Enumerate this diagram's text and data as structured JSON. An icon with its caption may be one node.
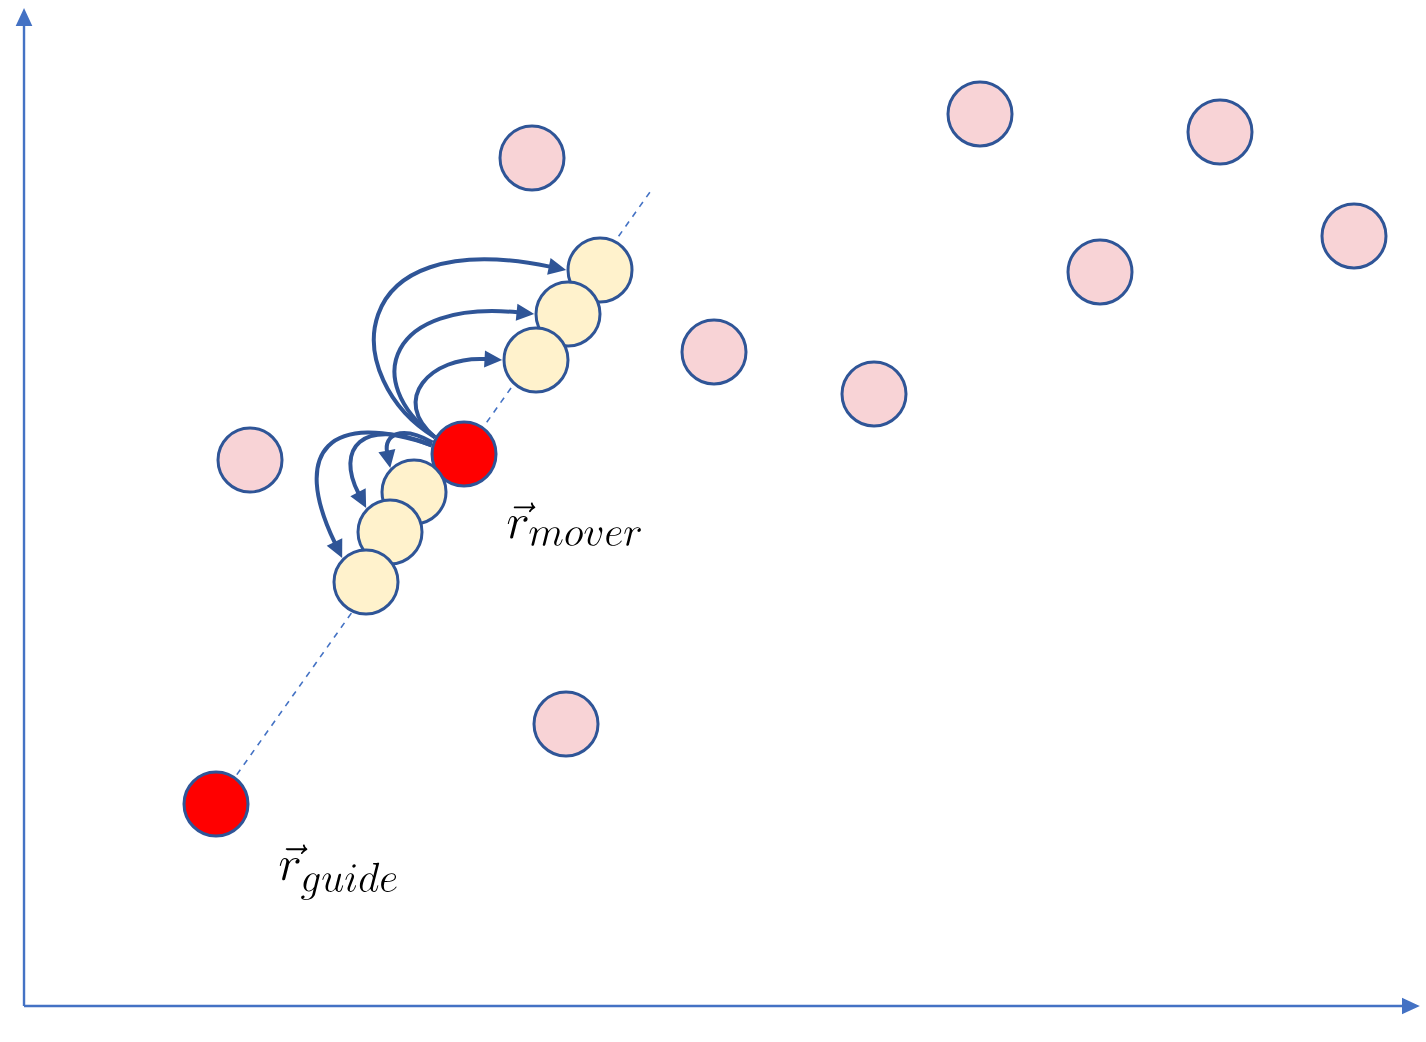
{
  "diagram": {
    "nodes": [
      {
        "text": [],
        "shape": "circle"
      },
      {
        "text": [],
        "shape": "circle"
      },
      {
        "text": [],
        "shape": "circle"
      },
      {
        "text": [],
        "shape": "circle"
      },
      {
        "text": [],
        "shape": "circle"
      },
      {
        "text": [],
        "shape": "circle"
      },
      {
        "text": [],
        "shape": "circle"
      },
      {
        "text": [],
        "shape": "circle"
      },
      {
        "text": [],
        "shape": "circle"
      },
      {
        "text": [],
        "shape": "circle"
      },
      {
        "text": [],
        "shape": "circle",
        "beside": [
          "\\vec{r}_{mover}"
        ]
      },
      {
        "text": [],
        "shape": "circle"
      },
      {
        "text": [],
        "shape": "circle"
      },
      {
        "text": [],
        "shape": "circle"
      },
      {
        "text": [],
        "shape": "circle"
      },
      {
        "text": [],
        "shape": "circle"
      },
      {
        "text": [],
        "shape": "circle",
        "beside": [
          "\\vec{r}_{guide}"
        ]
      }
    ],
    "edges": [
      {
        "from": 10,
        "to": 4,
        "arrow": "to"
      },
      {
        "from": 10,
        "to": 6,
        "arrow": "to"
      },
      {
        "from": 10,
        "to": 8,
        "arrow": "to"
      },
      {
        "from": 10,
        "to": 12,
        "arrow": "to"
      },
      {
        "from": 10,
        "to": 13,
        "arrow": "to"
      },
      {
        "from": 10,
        "to": 14,
        "arrow": "to"
      }
    ]
  }
}
